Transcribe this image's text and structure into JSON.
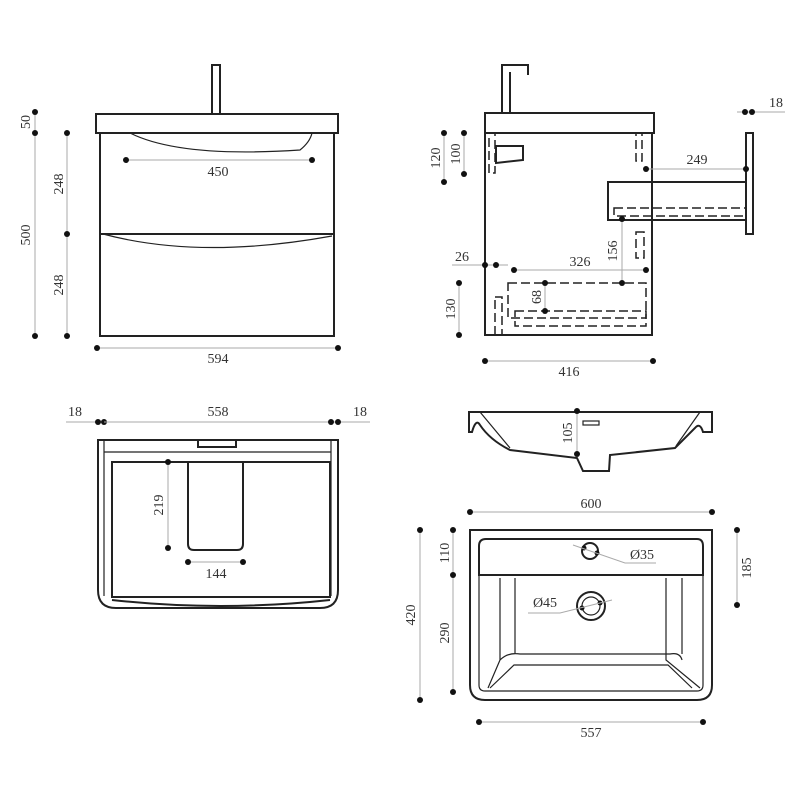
{
  "title": "Vanity unit and basin dimension drawing",
  "front_view": {
    "width": "594",
    "height": "500",
    "top_thickness": "50",
    "drawer_top": "248",
    "drawer_bottom": "248",
    "handle_span": "450"
  },
  "side_view": {
    "depth": "416",
    "top_120": "120",
    "top_100": "100",
    "extension": "249",
    "front_thickness": "18",
    "side_gap": "26",
    "inner_depth": "326",
    "drawer_gap": "156",
    "drawer_height": "68",
    "bottom_130": "130"
  },
  "top_view": {
    "inner_width": "558",
    "left_panel": "18",
    "right_panel": "18",
    "cutout_depth": "219",
    "cutout_width": "144"
  },
  "basin_side": {
    "depth": "105"
  },
  "basin_top": {
    "width": "600",
    "inner_width": "557",
    "depth": "420",
    "ledge": "110",
    "bowl": "290",
    "tap_offset": "185",
    "tap_hole": "Ø35",
    "waste_hole": "Ø45"
  }
}
